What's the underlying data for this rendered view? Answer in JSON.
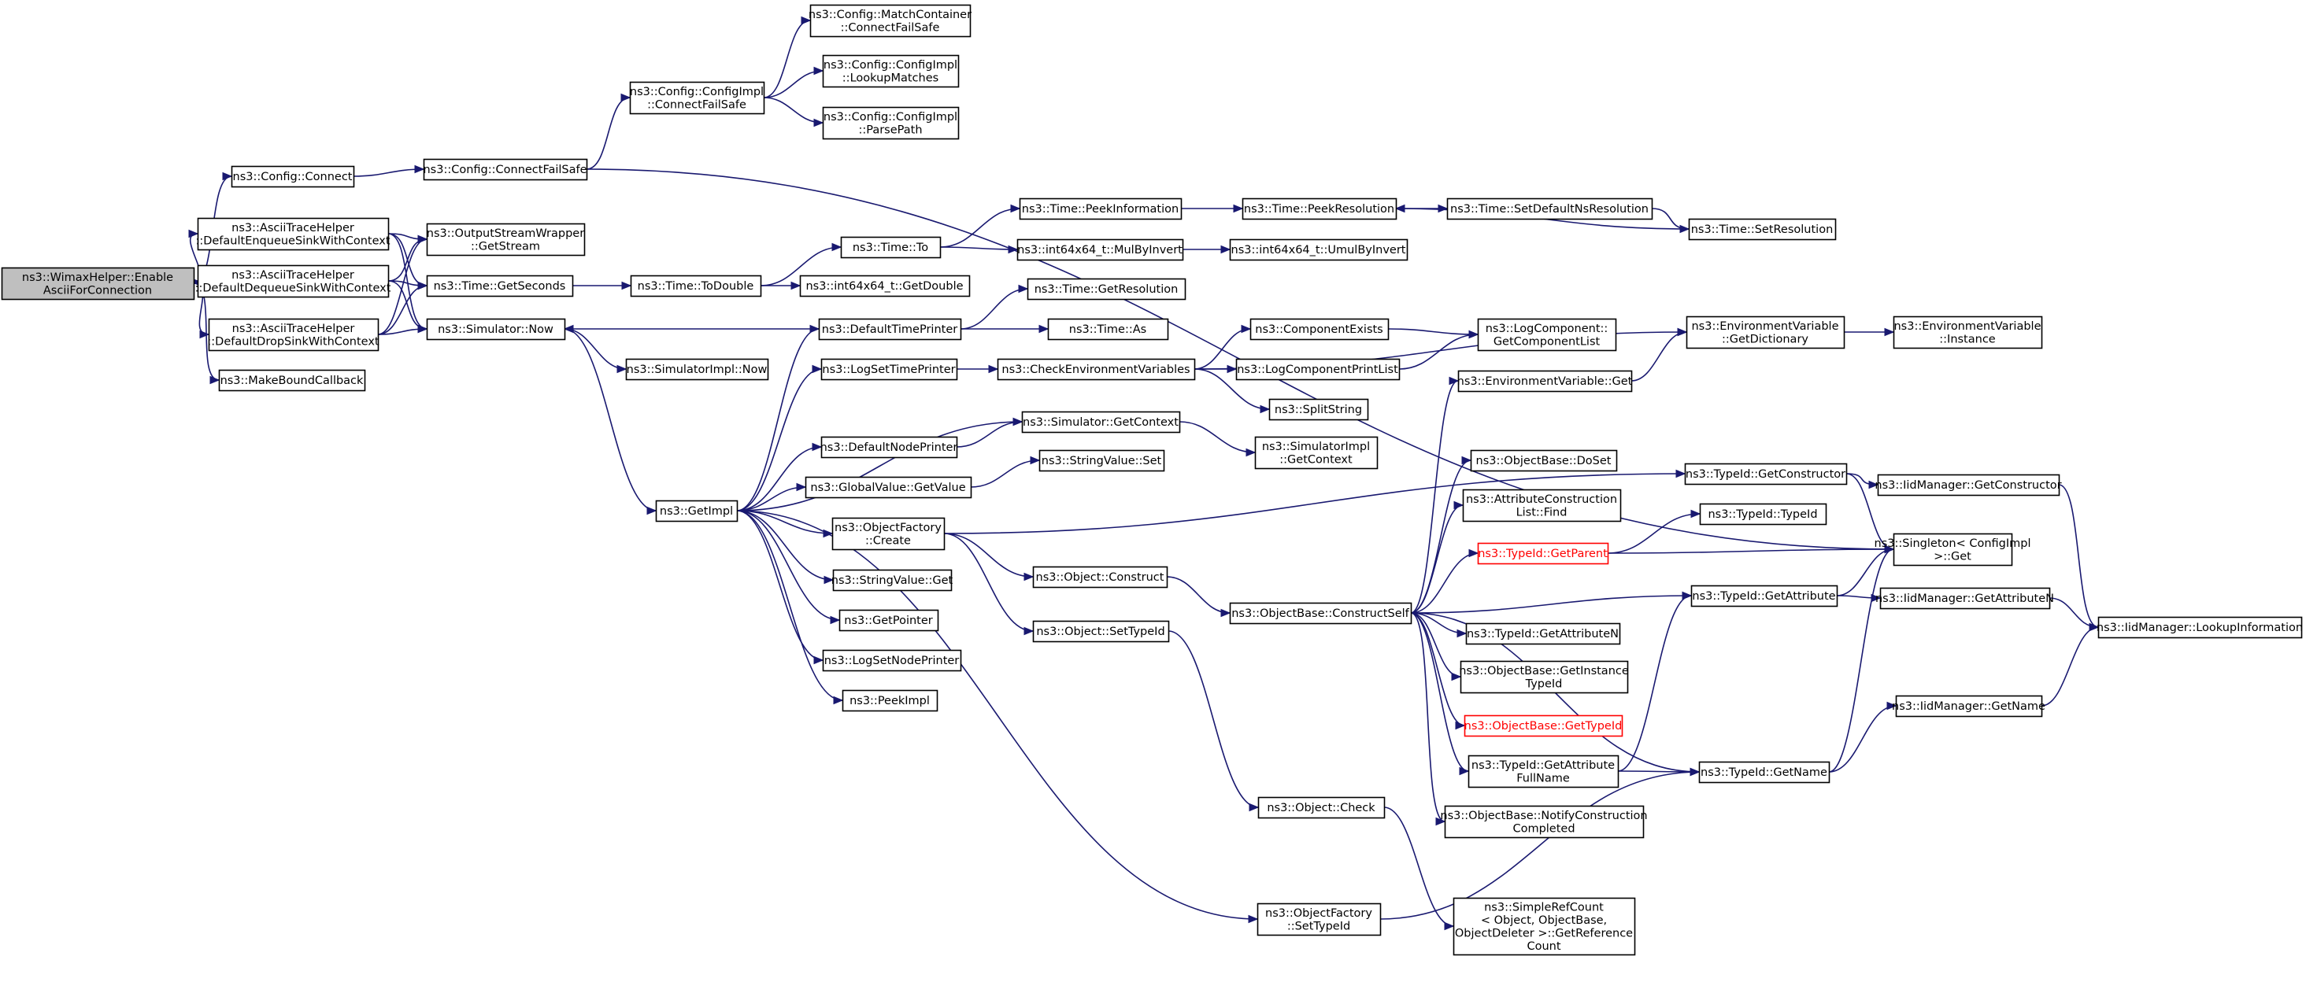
{
  "diagram": {
    "colors": {
      "edge": "#191970",
      "root_fill": "#bfbfbf",
      "node_border": "#000000",
      "broken_node": "#ff0000"
    },
    "nodes": {
      "wimax": [
        "ns3::WimaxHelper::Enable",
        "AsciiForConnection"
      ],
      "cfg_connect": [
        "ns3::Config::Connect"
      ],
      "ascii_enq": [
        "ns3::AsciiTraceHelper",
        "::DefaultEnqueueSinkWithContext"
      ],
      "ascii_deq": [
        "ns3::AsciiTraceHelper",
        "::DefaultDequeueSinkWithContext"
      ],
      "ascii_drop": [
        "ns3::AsciiTraceHelper",
        "::DefaultDropSinkWithContext"
      ],
      "make_bound": [
        "ns3::MakeBoundCallback"
      ],
      "cfg_cfs": [
        "ns3::Config::ConnectFailSafe"
      ],
      "osw": [
        "ns3::OutputStreamWrapper",
        "::GetStream"
      ],
      "time_gs": [
        "ns3::Time::GetSeconds"
      ],
      "sim_now": [
        "ns3::Simulator::Now"
      ],
      "cfgimpl_cfs": [
        "ns3::Config::ConfigImpl",
        "::ConnectFailSafe"
      ],
      "match_cfs": [
        "ns3::Config::MatchContainer",
        "::ConnectFailSafe"
      ],
      "lookup": [
        "ns3::Config::ConfigImpl",
        "::LookupMatches"
      ],
      "parsepath": [
        "ns3::Config::ConfigImpl",
        "::ParsePath"
      ],
      "time_todouble": [
        "ns3::Time::ToDouble"
      ],
      "int_getdouble": [
        "ns3::int64x64_t::GetDouble"
      ],
      "time_to": [
        "ns3::Time::To"
      ],
      "time_peekinfo": [
        "ns3::Time::PeekInformation"
      ],
      "int_mulbyinv": [
        "ns3::int64x64_t::MulByInvert"
      ],
      "time_peekres": [
        "ns3::Time::PeekResolution"
      ],
      "int_umulbyinv": [
        "ns3::int64x64_t::UmulByInvert"
      ],
      "time_setdefns": [
        "ns3::Time::SetDefaultNsResolution"
      ],
      "time_setres": [
        "ns3::Time::SetResolution"
      ],
      "simimpl_now": [
        "ns3::SimulatorImpl::Now"
      ],
      "getimpl": [
        "ns3::GetImpl"
      ],
      "default_tp": [
        "ns3::DefaultTimePrinter"
      ],
      "time_getres": [
        "ns3::Time::GetResolution"
      ],
      "time_as": [
        "ns3::Time::As"
      ],
      "logset_tp": [
        "ns3::LogSetTimePrinter"
      ],
      "check_env": [
        "ns3::CheckEnvironmentVariables"
      ],
      "comp_exists": [
        "ns3::ComponentExists"
      ],
      "logcomp_list": [
        "ns3::LogComponent::",
        "GetComponentList"
      ],
      "logcomp_print": [
        "ns3::LogComponentPrintList"
      ],
      "split": [
        "ns3::SplitString"
      ],
      "env_getdict": [
        "ns3::EnvironmentVariable",
        "::GetDictionary"
      ],
      "env_instance": [
        "ns3::EnvironmentVariable",
        "::Instance"
      ],
      "env_get": [
        "ns3::EnvironmentVariable::Get"
      ],
      "sim_getctx": [
        "ns3::Simulator::GetContext"
      ],
      "default_np": [
        "ns3::DefaultNodePrinter"
      ],
      "simimpl_ctx": [
        "ns3::SimulatorImpl",
        "::GetContext"
      ],
      "gv_getvalue": [
        "ns3::GlobalValue::GetValue"
      ],
      "sv_set": [
        "ns3::StringValue::Set"
      ],
      "of_create": [
        "ns3::ObjectFactory",
        "::Create"
      ],
      "sv_get": [
        "ns3::StringValue::Get"
      ],
      "getpointer": [
        "ns3::GetPointer"
      ],
      "logsetnp": [
        "ns3::LogSetNodePrinter"
      ],
      "peekimpl": [
        "ns3::PeekImpl"
      ],
      "obj_construct": [
        "ns3::Object::Construct"
      ],
      "obj_settypeid": [
        "ns3::Object::SetTypeId"
      ],
      "ob_doset": [
        "ns3::ObjectBase::DoSet"
      ],
      "acl_find": [
        "ns3::AttributeConstruction",
        "List::Find"
      ],
      "tid_getparent": [
        "ns3::TypeId::GetParent"
      ],
      "tid_typeid": [
        "ns3::TypeId::TypeId"
      ],
      "ob_cs": [
        "ns3::ObjectBase::ConstructSelf"
      ],
      "tid_getattrn": [
        "ns3::TypeId::GetAttributeN"
      ],
      "ob_getinst": [
        "ns3::ObjectBase::GetInstance",
        "TypeId"
      ],
      "ob_gettypeid": [
        "ns3::ObjectBase::GetTypeId"
      ],
      "tid_getattrfull": [
        "ns3::TypeId::GetAttribute",
        "FullName"
      ],
      "ob_notify": [
        "ns3::ObjectBase::NotifyConstruction",
        "Completed"
      ],
      "tid_getctor": [
        "ns3::TypeId::GetConstructor"
      ],
      "iid_getctor": [
        "ns3::IidManager::GetConstructor"
      ],
      "singleton": [
        "ns3::Singleton< ConfigImpl",
        " >::Get"
      ],
      "tid_getattr": [
        "ns3::TypeId::GetAttribute"
      ],
      "iid_getattrn": [
        "ns3::IidManager::GetAttributeN"
      ],
      "iid_lookup": [
        "ns3::IidManager::LookupInformation"
      ],
      "iid_getname": [
        "ns3::IidManager::GetName"
      ],
      "tid_getname": [
        "ns3::TypeId::GetName"
      ],
      "obj_check": [
        "ns3::Object::Check"
      ],
      "of_settypeid": [
        "ns3::ObjectFactory",
        "::SetTypeId"
      ],
      "simplerefcount": [
        "ns3::SimpleRefCount",
        "< Object, ObjectBase,",
        " ObjectDeleter >::GetReference",
        "Count"
      ]
    }
  }
}
